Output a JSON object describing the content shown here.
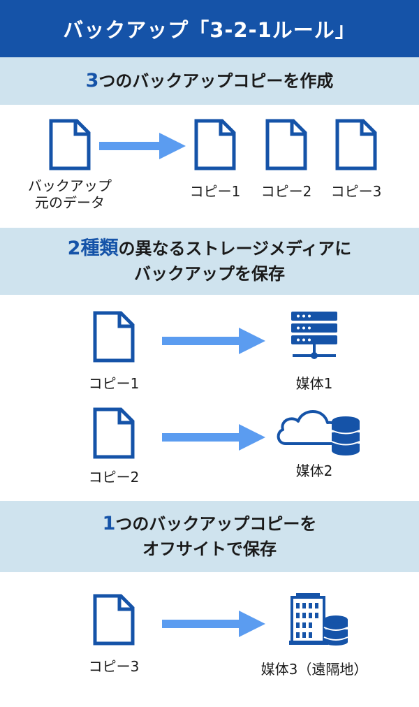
{
  "title": "バックアップ「3-2-1ルール」",
  "colors": {
    "title_bg": "#1553a8",
    "band_bg": "#cfe3ee",
    "icon": "#1553a8",
    "arrow": "#5b9cf0",
    "accent": "#1553a8"
  },
  "section1": {
    "heading_num": "3",
    "heading_rest": "つのバックアップコピーを作成",
    "source_label_line1": "バックアップ",
    "source_label_line2": "元のデータ",
    "copies": [
      "コピー1",
      "コピー2",
      "コピー3"
    ]
  },
  "section2": {
    "heading_num": "2",
    "heading_accent2": "種類",
    "heading_rest_line1": "の異なるストレージメディアに",
    "heading_line2": "バックアップを保存",
    "rows": [
      {
        "copy": "コピー1",
        "media": "媒体1",
        "media_icon": "server-rack-icon"
      },
      {
        "copy": "コピー2",
        "media": "媒体2",
        "media_icon": "cloud-database-icon"
      }
    ]
  },
  "section3": {
    "heading_num": "1",
    "heading_rest_line1": "つのバックアップコピーを",
    "heading_line2": "オフサイトで保存",
    "row": {
      "copy": "コピー3",
      "media": "媒体3（遠隔地）",
      "media_icon": "building-database-icon"
    }
  }
}
